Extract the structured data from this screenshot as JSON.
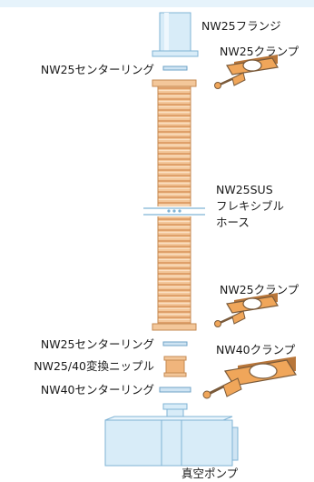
{
  "labels": {
    "flange": "NW25フランジ",
    "clamp_top": "NW25クランプ",
    "centering_top": "NW25センターリング",
    "hose_line1": "NW25SUS",
    "hose_line2": "フレキシブル",
    "hose_line3": "ホース",
    "clamp_mid": "NW25クランプ",
    "centering_bottom": "NW25センターリング",
    "nipple": "NW25/40変換ニップル",
    "clamp_nw40": "NW40クランプ",
    "centering_nw40": "NW40センターリング",
    "pump": "真空ポンプ"
  },
  "colors": {
    "steel_fill": "#d8ecf8",
    "steel_line": "#7fb3d5",
    "bellows_fill": "#f3c79a",
    "bellows_line": "#c58a52",
    "clamp_fill": "#f0a65a",
    "clamp_line": "#7a5a3a",
    "clamp_shadow": "#b8763a",
    "text": "#1a1a1a",
    "top_bar": "#e6f3fb"
  }
}
